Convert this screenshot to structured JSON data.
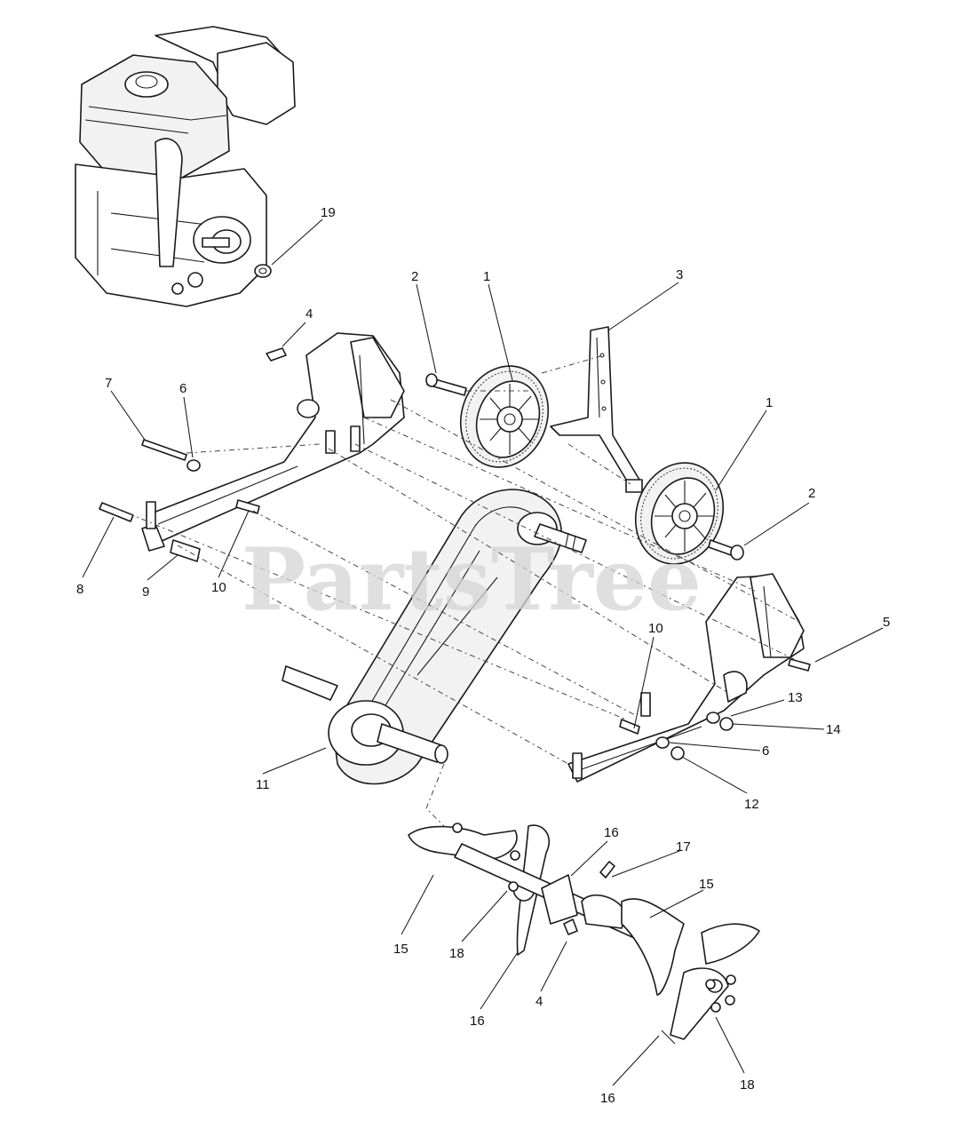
{
  "watermark": "PartsTree",
  "callouts": [
    {
      "id": "c19",
      "label": "19"
    },
    {
      "id": "c2a",
      "label": "2"
    },
    {
      "id": "c1a",
      "label": "1"
    },
    {
      "id": "c3",
      "label": "3"
    },
    {
      "id": "c4a",
      "label": "4"
    },
    {
      "id": "c7",
      "label": "7"
    },
    {
      "id": "c6a",
      "label": "6"
    },
    {
      "id": "c1b",
      "label": "1"
    },
    {
      "id": "c2b",
      "label": "2"
    },
    {
      "id": "c8",
      "label": "8"
    },
    {
      "id": "c9",
      "label": "9"
    },
    {
      "id": "c10a",
      "label": "10"
    },
    {
      "id": "c5",
      "label": "5"
    },
    {
      "id": "c10b",
      "label": "10"
    },
    {
      "id": "c13",
      "label": "13"
    },
    {
      "id": "c14",
      "label": "14"
    },
    {
      "id": "c6b",
      "label": "6"
    },
    {
      "id": "c11",
      "label": "11"
    },
    {
      "id": "c12",
      "label": "12"
    },
    {
      "id": "c16a",
      "label": "16"
    },
    {
      "id": "c17",
      "label": "17"
    },
    {
      "id": "c15a",
      "label": "15"
    },
    {
      "id": "c15b",
      "label": "15"
    },
    {
      "id": "c18a",
      "label": "18"
    },
    {
      "id": "c4b",
      "label": "4"
    },
    {
      "id": "c16b",
      "label": "16"
    },
    {
      "id": "c18b",
      "label": "18"
    },
    {
      "id": "c16c",
      "label": "16"
    }
  ]
}
